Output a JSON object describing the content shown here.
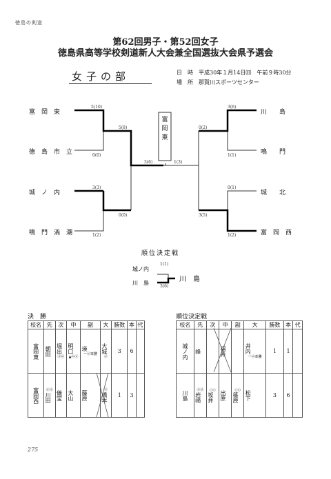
{
  "header_tag": "徳島の剣道",
  "title_line1": "第62回男子・第52回女子",
  "title_line2": "徳島県高等学校剣道新人大会兼全国選抜大会県予選会",
  "division": "女子の部",
  "info": {
    "date_label": "日　時",
    "date_value": "平成30年１月14日㈰　午前９時30分",
    "place_label": "場　所",
    "place_value": "那賀川スポーツセンター"
  },
  "bracket": {
    "left_teams": [
      "富　岡　東",
      "徳　島　市　立",
      "城　ノ　内",
      "鳴　門　渦　潮"
    ],
    "right_teams": [
      "川　　島",
      "鳴　　門",
      "城　　北",
      "富　岡　西"
    ],
    "scores": [
      "5(10)",
      "0(0)",
      "3(3)",
      "1(2)",
      "5(8)",
      "0(0)",
      "3(6)",
      "1(3)",
      "0(2)",
      "3(5)",
      "3(6)",
      "1(1)",
      "0(1)",
      "1(2)"
    ],
    "champion": "富岡東"
  },
  "playoff": {
    "title": "順位決定戦",
    "team1": "城ノ内",
    "team2": "川　島",
    "score1": "1(1)",
    "score2": "3(6)",
    "winner": "川　島"
  },
  "final_table": {
    "title": "決　勝",
    "headers": [
      "校名",
      "先",
      "次",
      "中",
      "副",
      "大",
      "勝数",
      "本",
      "代"
    ],
    "team1": {
      "name": "富岡東",
      "players": [
        "朝田",
        "堀出",
        "明口",
        "",
        "大城"
      ],
      "marks": [
        "",
        "ⓓⓜ",
        "▲ⓜⓓ",
        "ーⓓ本勝",
        "ⓓ"
      ],
      "wins": "3",
      "points": "6"
    },
    "team2": {
      "name": "富岡西",
      "players": [
        "川田",
        "儀宝",
        "大山",
        "藤原",
        "橋本"
      ],
      "marks": [
        "ⓓⓓ",
        "",
        "",
        "",
        "ⓓ"
      ],
      "wins": "1",
      "points": "3"
    },
    "extra": "瑛"
  },
  "playoff_table": {
    "title": "順位決定戦",
    "headers": [
      "校名",
      "先",
      "次",
      "中",
      "副",
      "大",
      "勝数",
      "本",
      "代"
    ],
    "team1": {
      "name": "城ノ内",
      "players": [
        "峰",
        "",
        "福井",
        "",
        "井内"
      ],
      "marks": [
        "",
        "",
        "",
        "",
        "ーⓜ本勝"
      ],
      "wins": "1",
      "points": "1"
    },
    "team2": {
      "name": "川島",
      "players": [
        "岩崎",
        "坂井",
        "出原",
        "篠原",
        "松下"
      ],
      "marks": [
        "ⓓⓓ",
        "○○",
        "",
        "○○",
        ""
      ],
      "wins": "3",
      "points": "6"
    }
  },
  "page_number": "275"
}
